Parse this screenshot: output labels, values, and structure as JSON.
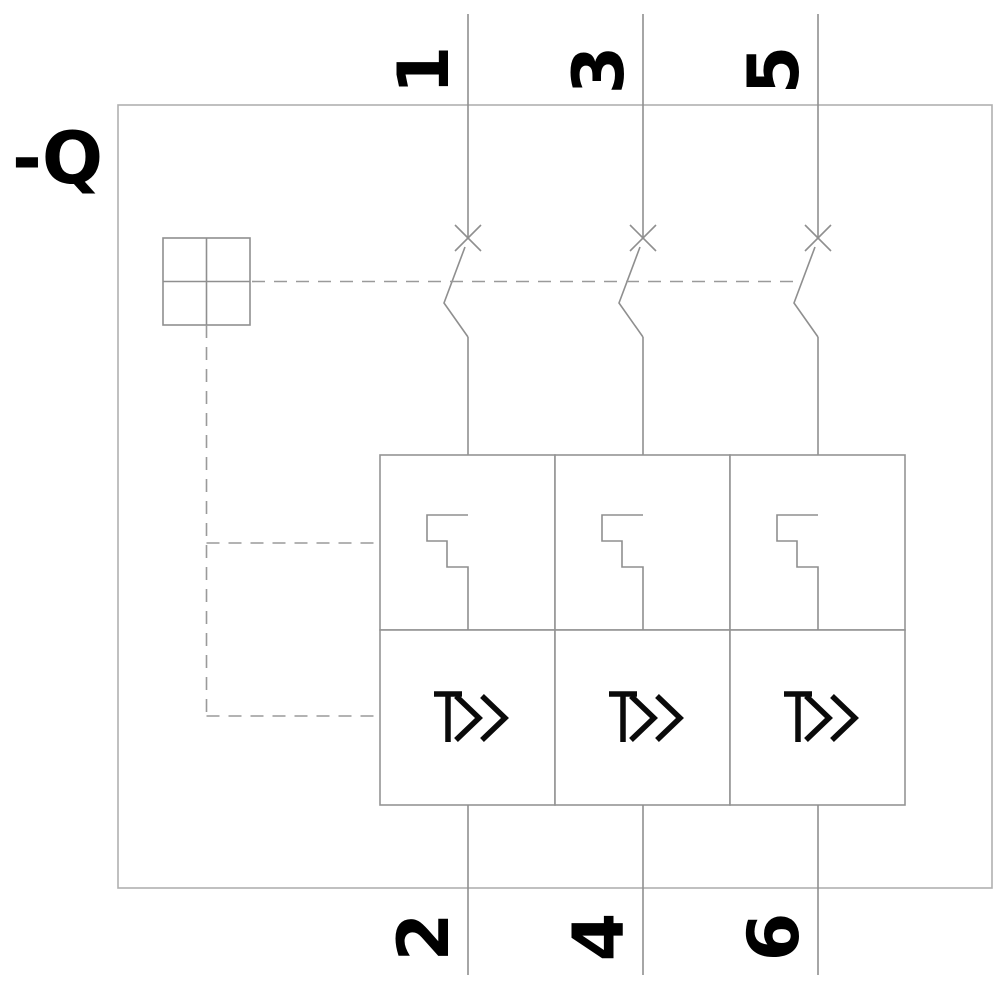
{
  "device": {
    "tag": "-Q"
  },
  "terminals": {
    "top": [
      "1",
      "3",
      "5"
    ],
    "bottom": [
      "2",
      "4",
      "6"
    ]
  },
  "poles": [
    {
      "top_terminal": "1",
      "bottom_terminal": "2",
      "magnetic_trip_symbol": "I>>"
    },
    {
      "top_terminal": "3",
      "bottom_terminal": "4",
      "magnetic_trip_symbol": "I>>"
    },
    {
      "top_terminal": "5",
      "bottom_terminal": "6",
      "magnetic_trip_symbol": "I>>"
    }
  ],
  "symbols": {
    "operator": "manual-operator-square-icon",
    "contact": "breaker-contact-cross-icon",
    "thermal": "thermal-overload-release-icon",
    "magnetic": "instantaneous-overcurrent-release-icon",
    "magnetic_label": "I>>"
  },
  "colors": {
    "background": "#ffffff",
    "line": "#8f8f8f",
    "border": "#b0b0b0",
    "text": "#000000"
  }
}
